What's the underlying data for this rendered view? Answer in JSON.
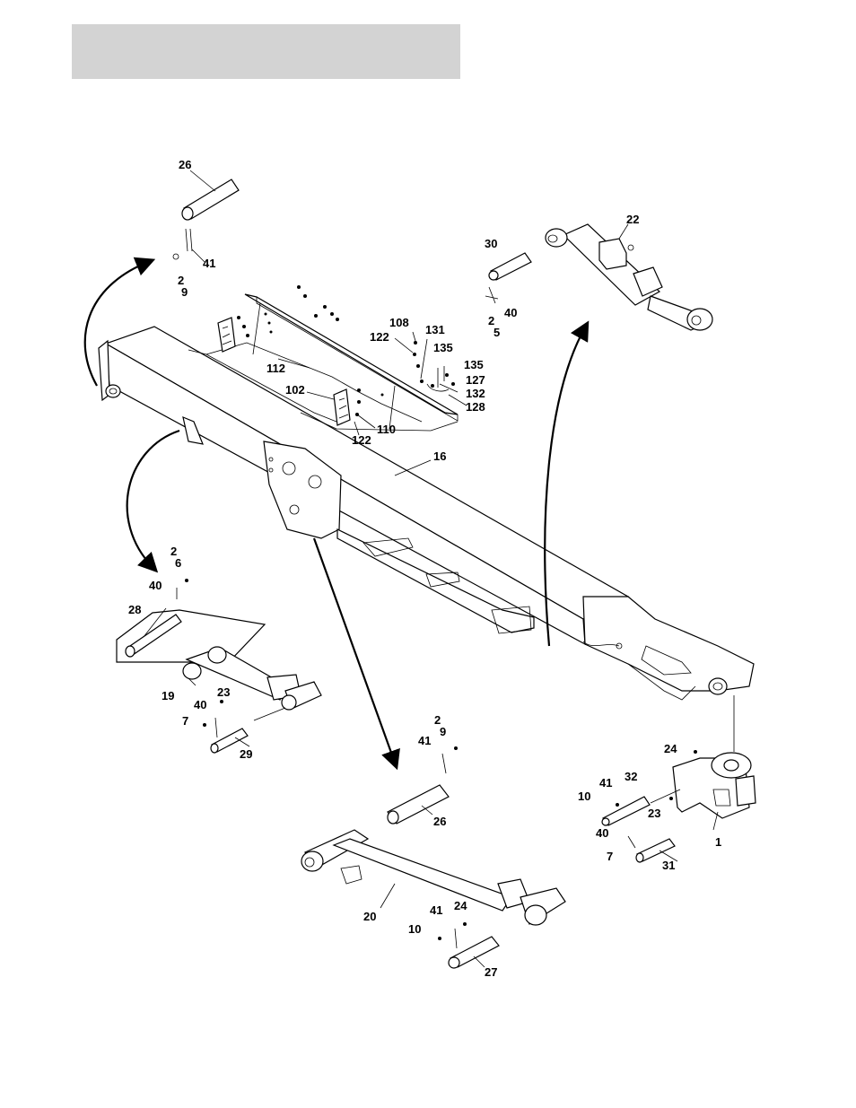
{
  "header": {
    "title": ""
  },
  "callouts": [
    {
      "id": "c26a",
      "text": "26"
    },
    {
      "id": "c41a",
      "text": "41"
    },
    {
      "id": "c2a",
      "text": "2"
    },
    {
      "id": "c9a",
      "text": "9"
    },
    {
      "id": "c22",
      "text": "22"
    },
    {
      "id": "c30",
      "text": "30"
    },
    {
      "id": "c40a",
      "text": "40"
    },
    {
      "id": "c2b",
      "text": "2"
    },
    {
      "id": "c5",
      "text": "5"
    },
    {
      "id": "c108",
      "text": "108"
    },
    {
      "id": "c122a",
      "text": "122"
    },
    {
      "id": "c131",
      "text": "131"
    },
    {
      "id": "c135a",
      "text": "135"
    },
    {
      "id": "c135b",
      "text": "135"
    },
    {
      "id": "c127",
      "text": "127"
    },
    {
      "id": "c132",
      "text": "132"
    },
    {
      "id": "c128",
      "text": "128"
    },
    {
      "id": "c112",
      "text": "112"
    },
    {
      "id": "c102",
      "text": "102"
    },
    {
      "id": "c110",
      "text": "110"
    },
    {
      "id": "c122b",
      "text": "122"
    },
    {
      "id": "c16",
      "text": "16"
    },
    {
      "id": "c2c",
      "text": "2"
    },
    {
      "id": "c6",
      "text": "6"
    },
    {
      "id": "c40b",
      "text": "40"
    },
    {
      "id": "c28",
      "text": "28"
    },
    {
      "id": "c19",
      "text": "19"
    },
    {
      "id": "c40c",
      "text": "40"
    },
    {
      "id": "c23a",
      "text": "23"
    },
    {
      "id": "c7a",
      "text": "7"
    },
    {
      "id": "c29",
      "text": "29"
    },
    {
      "id": "c2d",
      "text": "2"
    },
    {
      "id": "c9b",
      "text": "9"
    },
    {
      "id": "c41b",
      "text": "41"
    },
    {
      "id": "c26b",
      "text": "26"
    },
    {
      "id": "c20",
      "text": "20"
    },
    {
      "id": "c41c",
      "text": "41"
    },
    {
      "id": "c24a",
      "text": "24"
    },
    {
      "id": "c10a",
      "text": "10"
    },
    {
      "id": "c27",
      "text": "27"
    },
    {
      "id": "c24b",
      "text": "24"
    },
    {
      "id": "c41d",
      "text": "41"
    },
    {
      "id": "c32",
      "text": "32"
    },
    {
      "id": "c10b",
      "text": "10"
    },
    {
      "id": "c23b",
      "text": "23"
    },
    {
      "id": "c40d",
      "text": "40"
    },
    {
      "id": "c1",
      "text": "1"
    },
    {
      "id": "c7b",
      "text": "7"
    },
    {
      "id": "c31",
      "text": "31"
    }
  ]
}
